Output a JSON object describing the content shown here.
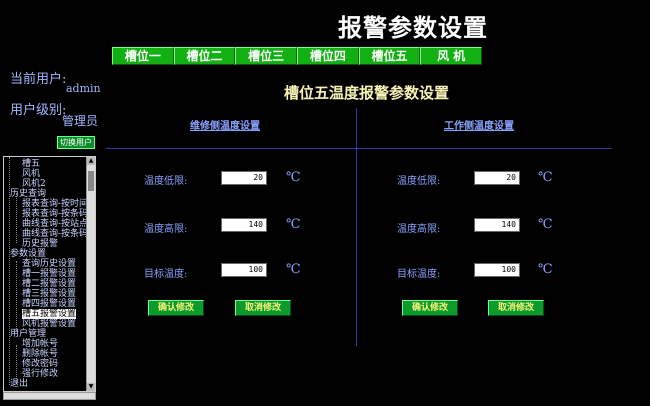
{
  "page": {
    "title": "报警参数设置"
  },
  "tabs": [
    "槽位一",
    "槽位二",
    "槽位三",
    "槽位四",
    "槽位五",
    "风 机"
  ],
  "user": {
    "current_label": "当前用户:",
    "current_value": "admin",
    "level_label": "用户级别:",
    "level_value": "管理员",
    "switch_button": "切换用户"
  },
  "tree": {
    "items": [
      "槽五",
      "风机",
      "风机2",
      "历史查询",
      "报表查询-按时间",
      "报表查询-按条码",
      "曲线查询-按站点",
      "曲线查询-按条码",
      "历史报警",
      "参数设置",
      "查询历史设置",
      "槽一报警设置",
      "槽二报警设置",
      "槽三报警设置",
      "槽四报警设置",
      "槽五报警设置",
      "风机报警设置",
      "用户管理",
      "增加帐号",
      "删除帐号",
      "修改密码",
      "强行修改",
      "退出"
    ],
    "selected": "槽五报警设置"
  },
  "panel": {
    "title": "槽位五温度报警参数设置",
    "left": {
      "heading": "维修侧温度设置",
      "fields": [
        {
          "label": "温度低限:",
          "value": "20",
          "unit": "℃"
        },
        {
          "label": "温度高限:",
          "value": "140",
          "unit": "℃"
        },
        {
          "label": "目标温度:",
          "value": "100",
          "unit": "℃"
        }
      ],
      "confirm": "确认修改",
      "cancel": "取消修改"
    },
    "right": {
      "heading": "工作侧温度设置",
      "fields": [
        {
          "label": "温度低限:",
          "value": "20",
          "unit": "℃"
        },
        {
          "label": "温度高限:",
          "value": "140",
          "unit": "℃"
        },
        {
          "label": "目标温度:",
          "value": "100",
          "unit": "℃"
        }
      ],
      "confirm": "确认修改",
      "cancel": "取消修改"
    }
  }
}
